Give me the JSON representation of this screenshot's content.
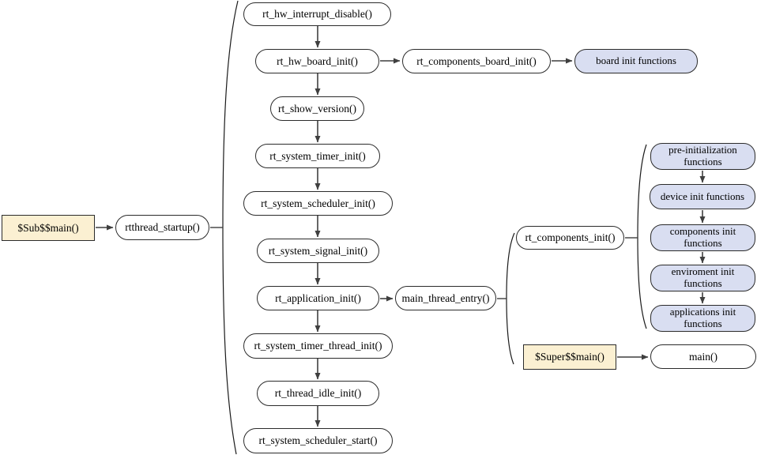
{
  "colors": {
    "node_fill": "#ffffff",
    "group_fill": "#d9def1",
    "callout_fill": "#fbf0d2",
    "border": "#2b2b2b",
    "connector": "#3f3f3f",
    "brace": "#1a1a1a"
  },
  "nodes": {
    "sub_main": "$Sub$$main()",
    "rtthread_startup": "rtthread_startup()",
    "hw_interrupt_disable": "rt_hw_interrupt_disable()",
    "hw_board_init": "rt_hw_board_init()",
    "components_board_init": "rt_components_board_init()",
    "board_init_functions": "board init functions",
    "show_version": "rt_show_version()",
    "system_timer_init": "rt_system_timer_init()",
    "system_scheduler_init": "rt_system_scheduler_init()",
    "system_signal_init": "rt_system_signal_init()",
    "application_init": "rt_application_init()",
    "main_thread_entry": "main_thread_entry()",
    "system_timer_thread_init": "rt_system_timer_thread_init()",
    "thread_idle_init": "rt_thread_idle_init()",
    "system_scheduler_start": "rt_system_scheduler_start()",
    "components_init": "rt_components_init()",
    "pre_initialization_functions": "pre-initialization functions",
    "device_init_functions": "device init functions",
    "components_init_functions": "components init functions",
    "enviroment_init_functions": "enviroment init functions",
    "applications_init_functions": "applications init functions",
    "super_main": "$Super$$main()",
    "main": "main()"
  }
}
